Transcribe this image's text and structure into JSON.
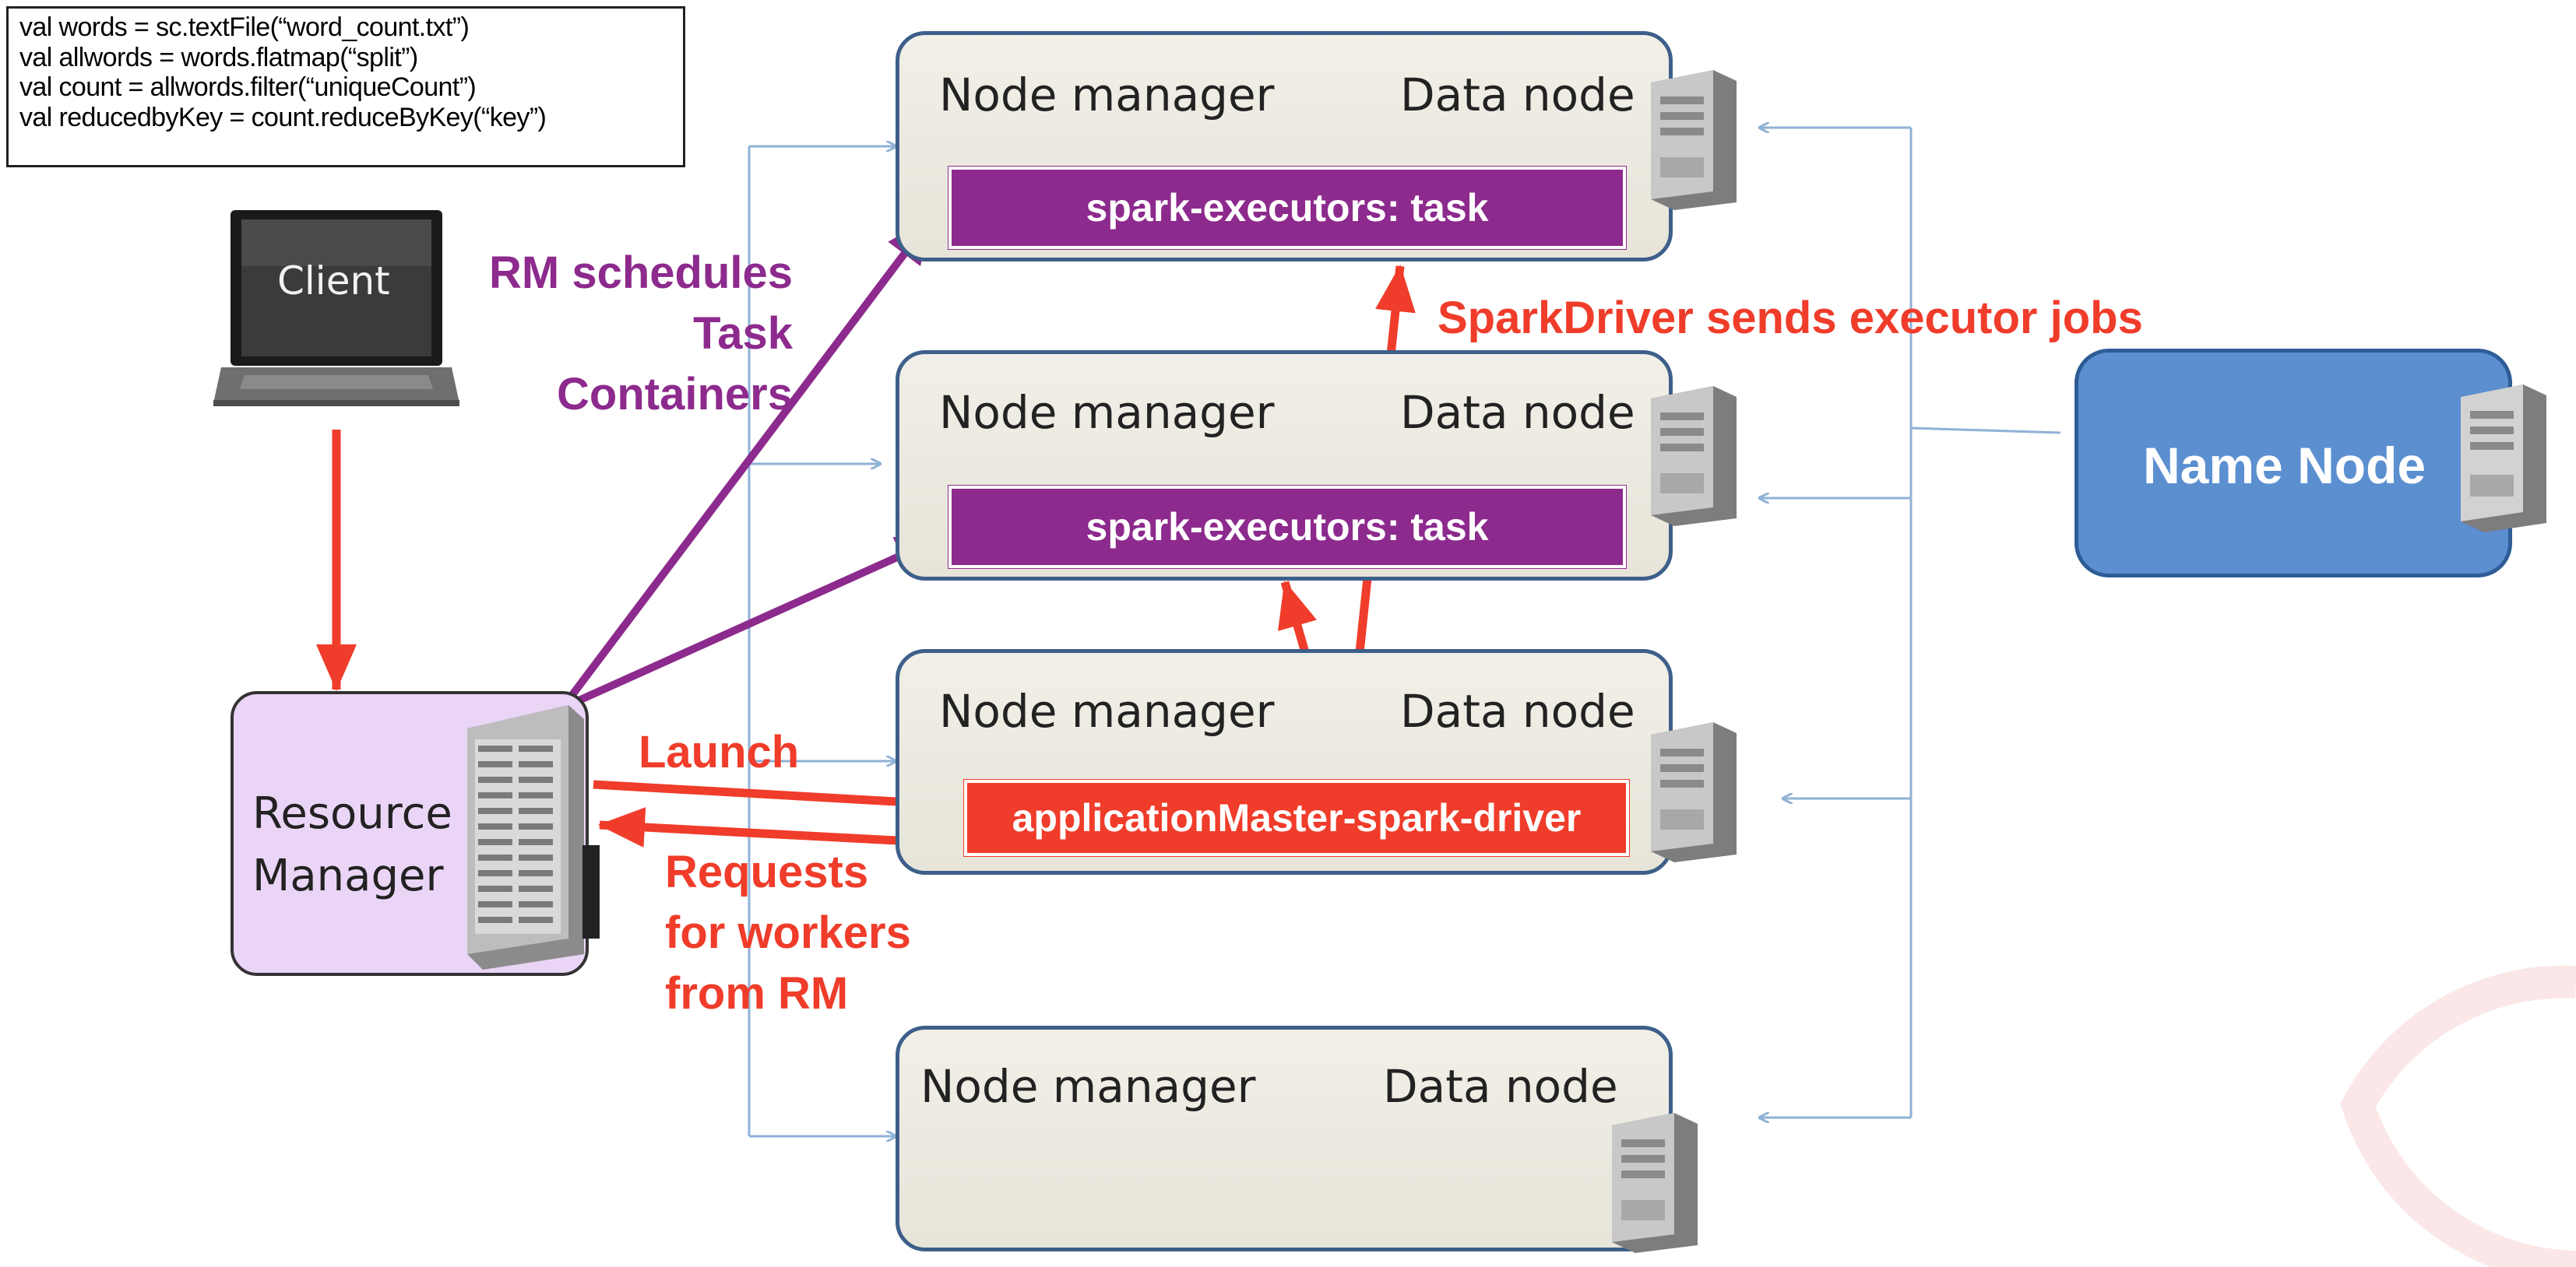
{
  "code": {
    "lines": [
      "val words = sc.textFile(“word_count.txt”)",
      "val allwords = words.flatmap(“split”)",
      "val count = allwords.filter(“uniqueCount”)",
      "val reducedbyKey = count.reduceByKey(“key”)"
    ]
  },
  "client": {
    "label": "Client"
  },
  "resource_manager": {
    "line1": "Resource",
    "line2": "Manager"
  },
  "nodes": [
    {
      "left": "Node manager",
      "right": "Data node",
      "bar": "spark-executors: task"
    },
    {
      "left": "Node manager",
      "right": "Data node",
      "bar": "spark-executors: task"
    },
    {
      "left": "Node manager",
      "right": "Data node",
      "bar": "applicationMaster-spark-driver"
    },
    {
      "left": "Node manager",
      "right": "Data node"
    }
  ],
  "name_node": {
    "label": "Name Node"
  },
  "annotations": {
    "rm_schedules": [
      "RM schedules",
      "Task",
      "Containers"
    ],
    "spark_driver": "SparkDriver  sends executor jobs",
    "launch": "Launch",
    "requests": [
      "Requests",
      "for workers",
      "from RM"
    ]
  },
  "colors": {
    "purple": "#8d2a8d",
    "red": "#f03c2a",
    "node_border": "#3d5f8a",
    "name_node": "#5b8fd0",
    "resource_manager": "#ead5f7",
    "connector": "#8fb2d6"
  },
  "icons": [
    "laptop-icon",
    "server-icon",
    "rack-server-icon"
  ]
}
